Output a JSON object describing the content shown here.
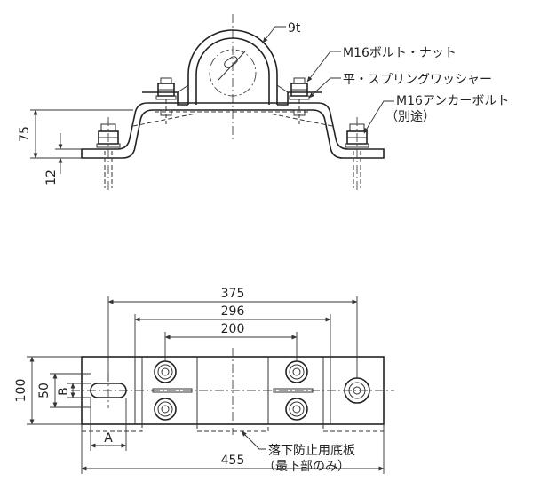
{
  "side_view": {
    "thickness_label": "9t",
    "bolt_nut_label": "M16ボルト・ナット",
    "washer_label": "平・スプリングワッシャー",
    "anchor_bolt_label": "M16アンカーボルト",
    "anchor_bolt_note": "（別途）",
    "height_dim": "75",
    "base_thickness_dim": "12"
  },
  "plan_view": {
    "dim_375": "375",
    "dim_296": "296",
    "dim_200": "200",
    "dim_455": "455",
    "dim_100": "100",
    "dim_50": "50",
    "dim_B": "B",
    "dim_A": "A",
    "base_plate_label": "落下防止用底板",
    "base_plate_note": "（最下部のみ）"
  }
}
